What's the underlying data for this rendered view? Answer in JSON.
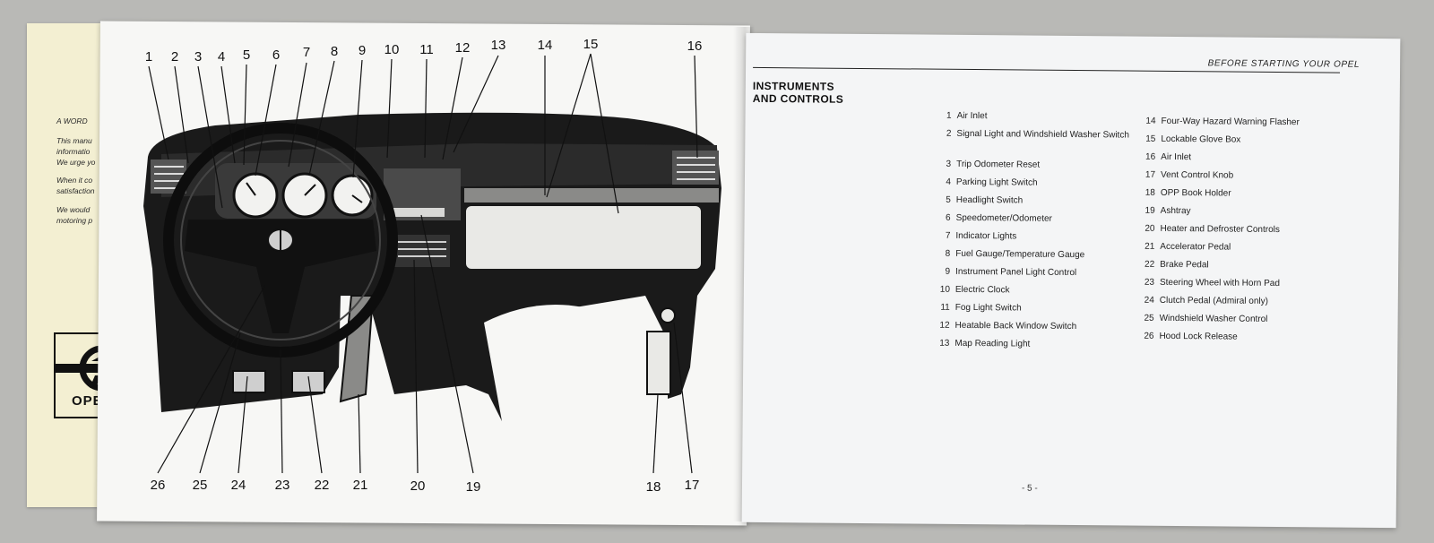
{
  "back_page": {
    "heading": "A WORD",
    "lines": [
      "This manu",
      "informatio",
      "We urge yo",
      "When it co",
      "satisfaction",
      "We would",
      "motoring p"
    ],
    "logo_text": "OPE"
  },
  "left_page": {
    "diagram_callouts": {
      "top": [
        "1",
        "2",
        "3",
        "4",
        "5",
        "6",
        "7",
        "8",
        "9",
        "10",
        "11",
        "12",
        "13",
        "14",
        "15",
        "16"
      ],
      "bottom": [
        "26",
        "25",
        "24",
        "23",
        "22",
        "21",
        "20",
        "19",
        "18",
        "17"
      ]
    }
  },
  "right_page": {
    "header": "BEFORE STARTING YOUR OPEL",
    "section_title": [
      "INSTRUMENTS",
      "AND CONTROLS"
    ],
    "items_col1": [
      {
        "num": "1",
        "label": "Air Inlet"
      },
      {
        "num": "2",
        "label": "Signal Light and Windshield Washer Switch"
      },
      {
        "num": "3",
        "label": "Trip Odometer Reset"
      },
      {
        "num": "4",
        "label": "Parking Light Switch"
      },
      {
        "num": "5",
        "label": "Headlight Switch"
      },
      {
        "num": "6",
        "label": "Speedometer/Odometer"
      },
      {
        "num": "7",
        "label": "Indicator Lights"
      },
      {
        "num": "8",
        "label": "Fuel Gauge/Temperature Gauge"
      },
      {
        "num": "9",
        "label": "Instrument Panel Light Control"
      },
      {
        "num": "10",
        "label": "Electric Clock"
      },
      {
        "num": "11",
        "label": "Fog Light Switch"
      },
      {
        "num": "12",
        "label": "Heatable Back Window Switch"
      },
      {
        "num": "13",
        "label": "Map Reading Light"
      }
    ],
    "items_col2": [
      {
        "num": "14",
        "label": "Four-Way Hazard Warning Flasher"
      },
      {
        "num": "15",
        "label": "Lockable Glove Box"
      },
      {
        "num": "16",
        "label": "Air Inlet"
      },
      {
        "num": "17",
        "label": "Vent Control Knob"
      },
      {
        "num": "18",
        "label": "OPP Book Holder"
      },
      {
        "num": "19",
        "label": "Ashtray"
      },
      {
        "num": "20",
        "label": "Heater and Defroster Controls"
      },
      {
        "num": "21",
        "label": "Accelerator Pedal"
      },
      {
        "num": "22",
        "label": "Brake Pedal"
      },
      {
        "num": "23",
        "label": "Steering Wheel with Horn Pad"
      },
      {
        "num": "24",
        "label": "Clutch Pedal (Admiral only)"
      },
      {
        "num": "25",
        "label": "Windshield Washer Control"
      },
      {
        "num": "26",
        "label": "Hood Lock Release"
      }
    ],
    "page_number": "- 5 -"
  }
}
